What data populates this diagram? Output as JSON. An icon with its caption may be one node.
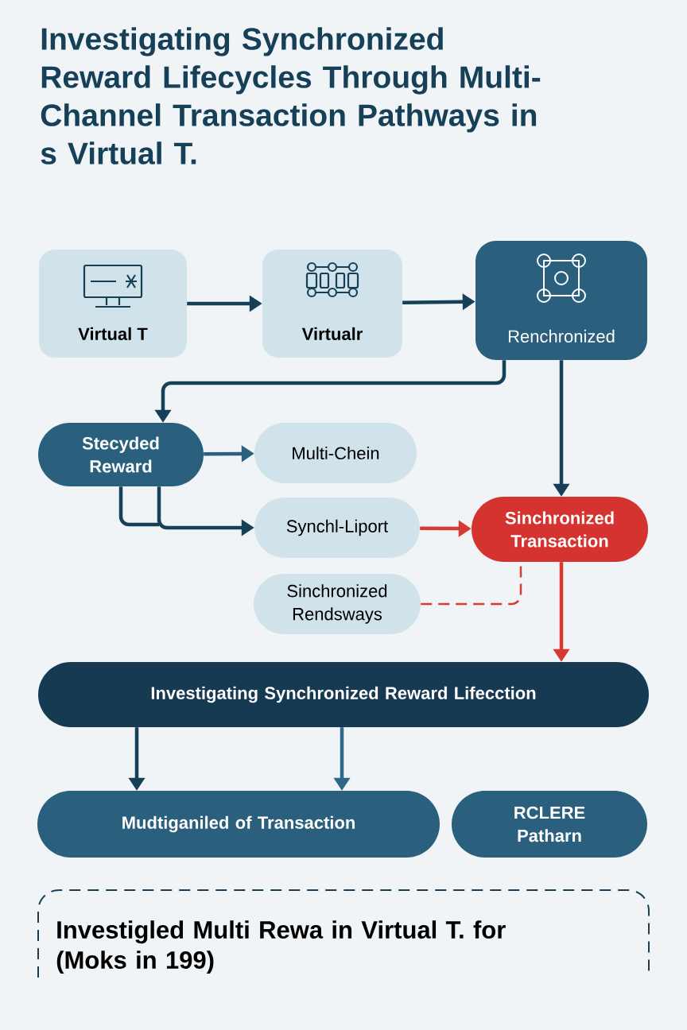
{
  "diagram": {
    "title": "Investigating Synchronized Reward Lifecycles Through Multi-Channel Transaction Pathways in s Virtual T.",
    "nodes": [
      {
        "text": [
          "Virtual T"
        ]
      },
      {
        "text": [
          "Virtualr"
        ]
      },
      {
        "text": [
          "Renchronized"
        ]
      },
      {
        "text": [
          "Stecyded Reward"
        ]
      },
      {
        "text": [
          "Multi-Chein"
        ]
      },
      {
        "text": [
          "Synchl-Liport"
        ]
      },
      {
        "text": [
          "Sinchronized Transaction"
        ]
      },
      {
        "text": [
          "Sinchronized Rendsways"
        ]
      },
      {
        "text": [
          "Investigating Synchronized Reward Lifecction"
        ]
      },
      {
        "text": [
          "Mudtiganiled of Transaction"
        ]
      },
      {
        "text": [
          "RCLERE Patharn"
        ]
      },
      {
        "text": [
          "Investigled Multi Rewa in Virtual T. for (Moks in 199)"
        ]
      }
    ],
    "edges": [
      {
        "from": 0,
        "to": 1,
        "arrow": "to"
      },
      {
        "from": 1,
        "to": 2,
        "arrow": "to"
      },
      {
        "from": 2,
        "to": 3,
        "arrow": "to"
      },
      {
        "from": 2,
        "to": 6,
        "arrow": "to"
      },
      {
        "from": 3,
        "to": 4,
        "arrow": "to",
        "color": "#2a5f7d"
      },
      {
        "from": 3,
        "to": 5,
        "arrow": "to"
      },
      {
        "from": 5,
        "to": 6,
        "arrow": "to",
        "color": "#d63a30"
      },
      {
        "from": 7,
        "to": 6,
        "arrow": "none",
        "style": "dashed",
        "color": "#d63a30"
      },
      {
        "from": 6,
        "to": 8,
        "arrow": "to",
        "color": "#d63a30"
      },
      {
        "from": 8,
        "to": 9,
        "arrow": "to"
      },
      {
        "from": 8,
        "to": 9,
        "arrow": "to",
        "color": "#2d6a8a"
      }
    ]
  }
}
